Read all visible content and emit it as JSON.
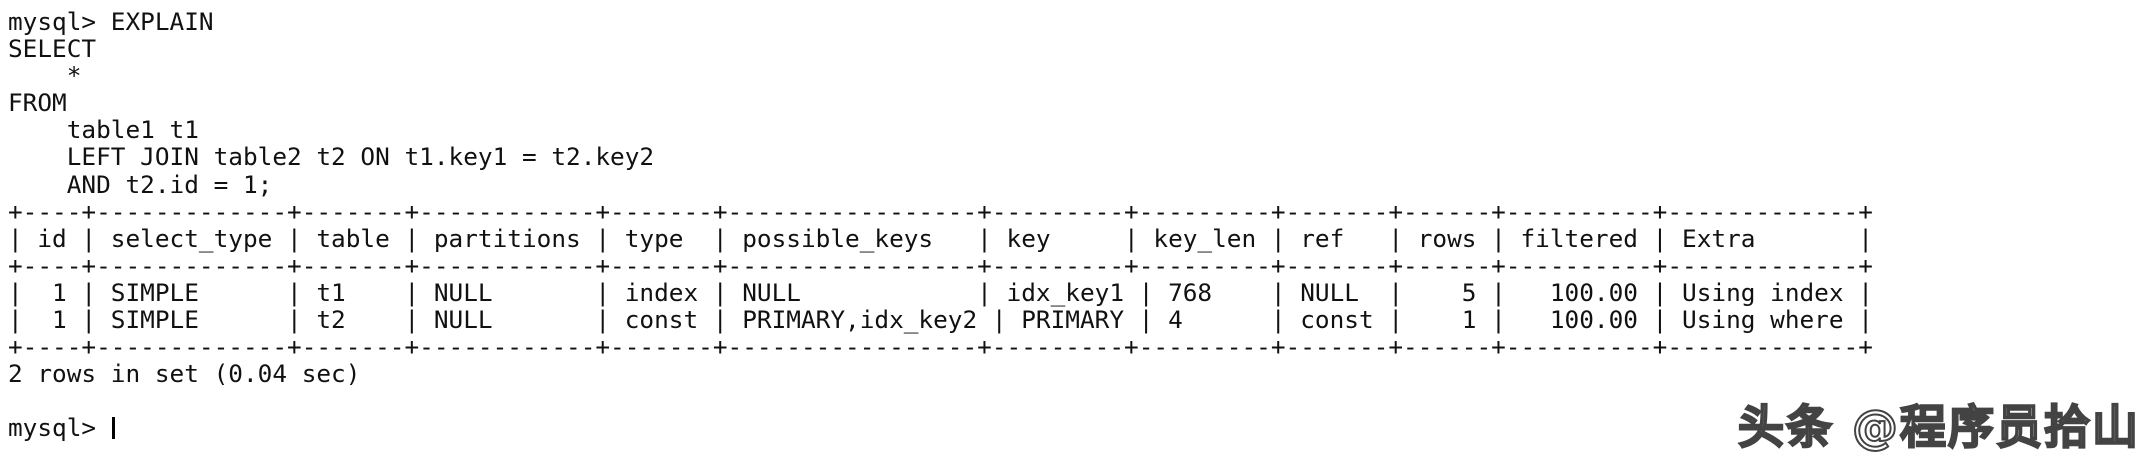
{
  "terminal": {
    "prompt": "mysql>",
    "cursor_visible": true,
    "query_lines": [
      "mysql> EXPLAIN",
      "SELECT",
      "    *",
      "FROM",
      "    table1 t1",
      "    LEFT JOIN table2 t2 ON t1.key1 = t2.key2",
      "    AND t2.id = 1;"
    ],
    "result_lines": [
      "+----+-------------+-------+------------+-------+-----------------+---------+---------+-------+------+----------+-------------+",
      "| id | select_type | table | partitions | type  | possible_keys   | key     | key_len | ref   | rows | filtered | Extra       |",
      "+----+-------------+-------+------------+-------+-----------------+---------+---------+-------+------+----------+-------------+",
      "|  1 | SIMPLE      | t1    | NULL       | index | NULL            | idx_key1 | 768    | NULL  |    5 |   100.00 | Using index |",
      "|  1 | SIMPLE      | t2    | NULL       | const | PRIMARY,idx_key2 | PRIMARY | 4      | const |    1 |   100.00 | Using where |",
      "+----+-------------+-------+------------+-------+-----------------+---------+---------+-------+------+----------+-------------+"
    ],
    "status_line": "2 rows in set (0.04 sec)",
    "blank_line": "",
    "prompt_line": "mysql> "
  },
  "explain_table": {
    "headers": [
      "id",
      "select_type",
      "table",
      "partitions",
      "type",
      "possible_keys",
      "key",
      "key_len",
      "ref",
      "rows",
      "filtered",
      "Extra"
    ],
    "rows": [
      [
        "1",
        "SIMPLE",
        "t1",
        "NULL",
        "index",
        "NULL",
        "idx_key1",
        "768",
        "NULL",
        "5",
        "100.00",
        "Using index"
      ],
      [
        "1",
        "SIMPLE",
        "t2",
        "NULL",
        "const",
        "PRIMARY,idx_key2",
        "PRIMARY",
        "4",
        "const",
        "1",
        "100.00",
        "Using where"
      ]
    ]
  },
  "watermark": {
    "text": "头条 @程序员拾山"
  },
  "colors": {
    "background": "#ffffff",
    "foreground": "#111111",
    "watermark_stroke": "#282828"
  }
}
